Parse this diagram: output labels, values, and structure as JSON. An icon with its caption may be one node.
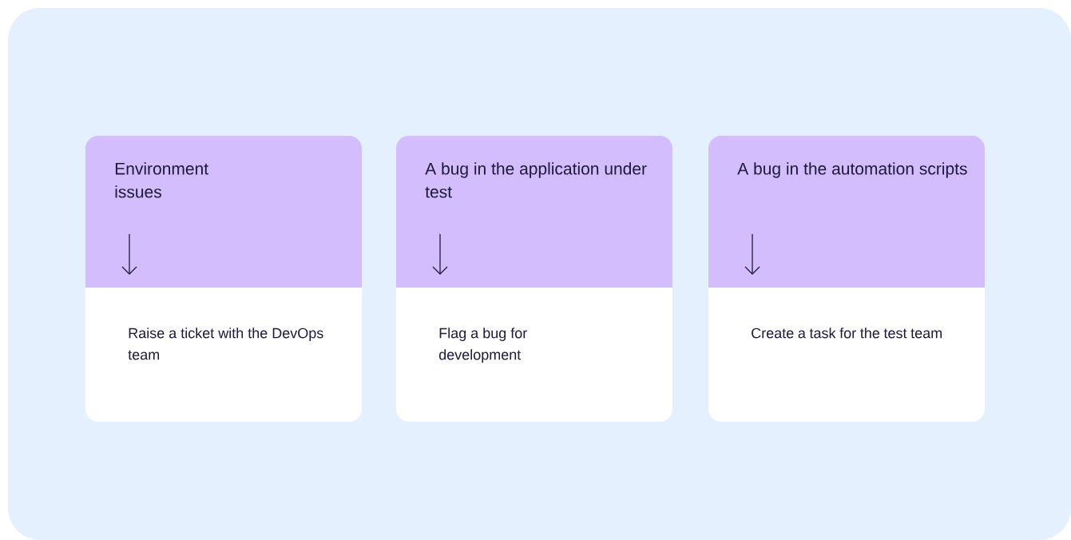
{
  "diagram": {
    "nodes": [
      {
        "text": [
          "Environment issues"
        ]
      },
      {
        "text": [
          "Raise a ticket with the DevOps team"
        ]
      },
      {
        "text": [
          "A bug in the application under test"
        ]
      },
      {
        "text": [
          "Flag a bug for development"
        ]
      },
      {
        "text": [
          "A bug in the automation scripts"
        ]
      },
      {
        "text": [
          "Create a task for the test team"
        ]
      }
    ]
  }
}
